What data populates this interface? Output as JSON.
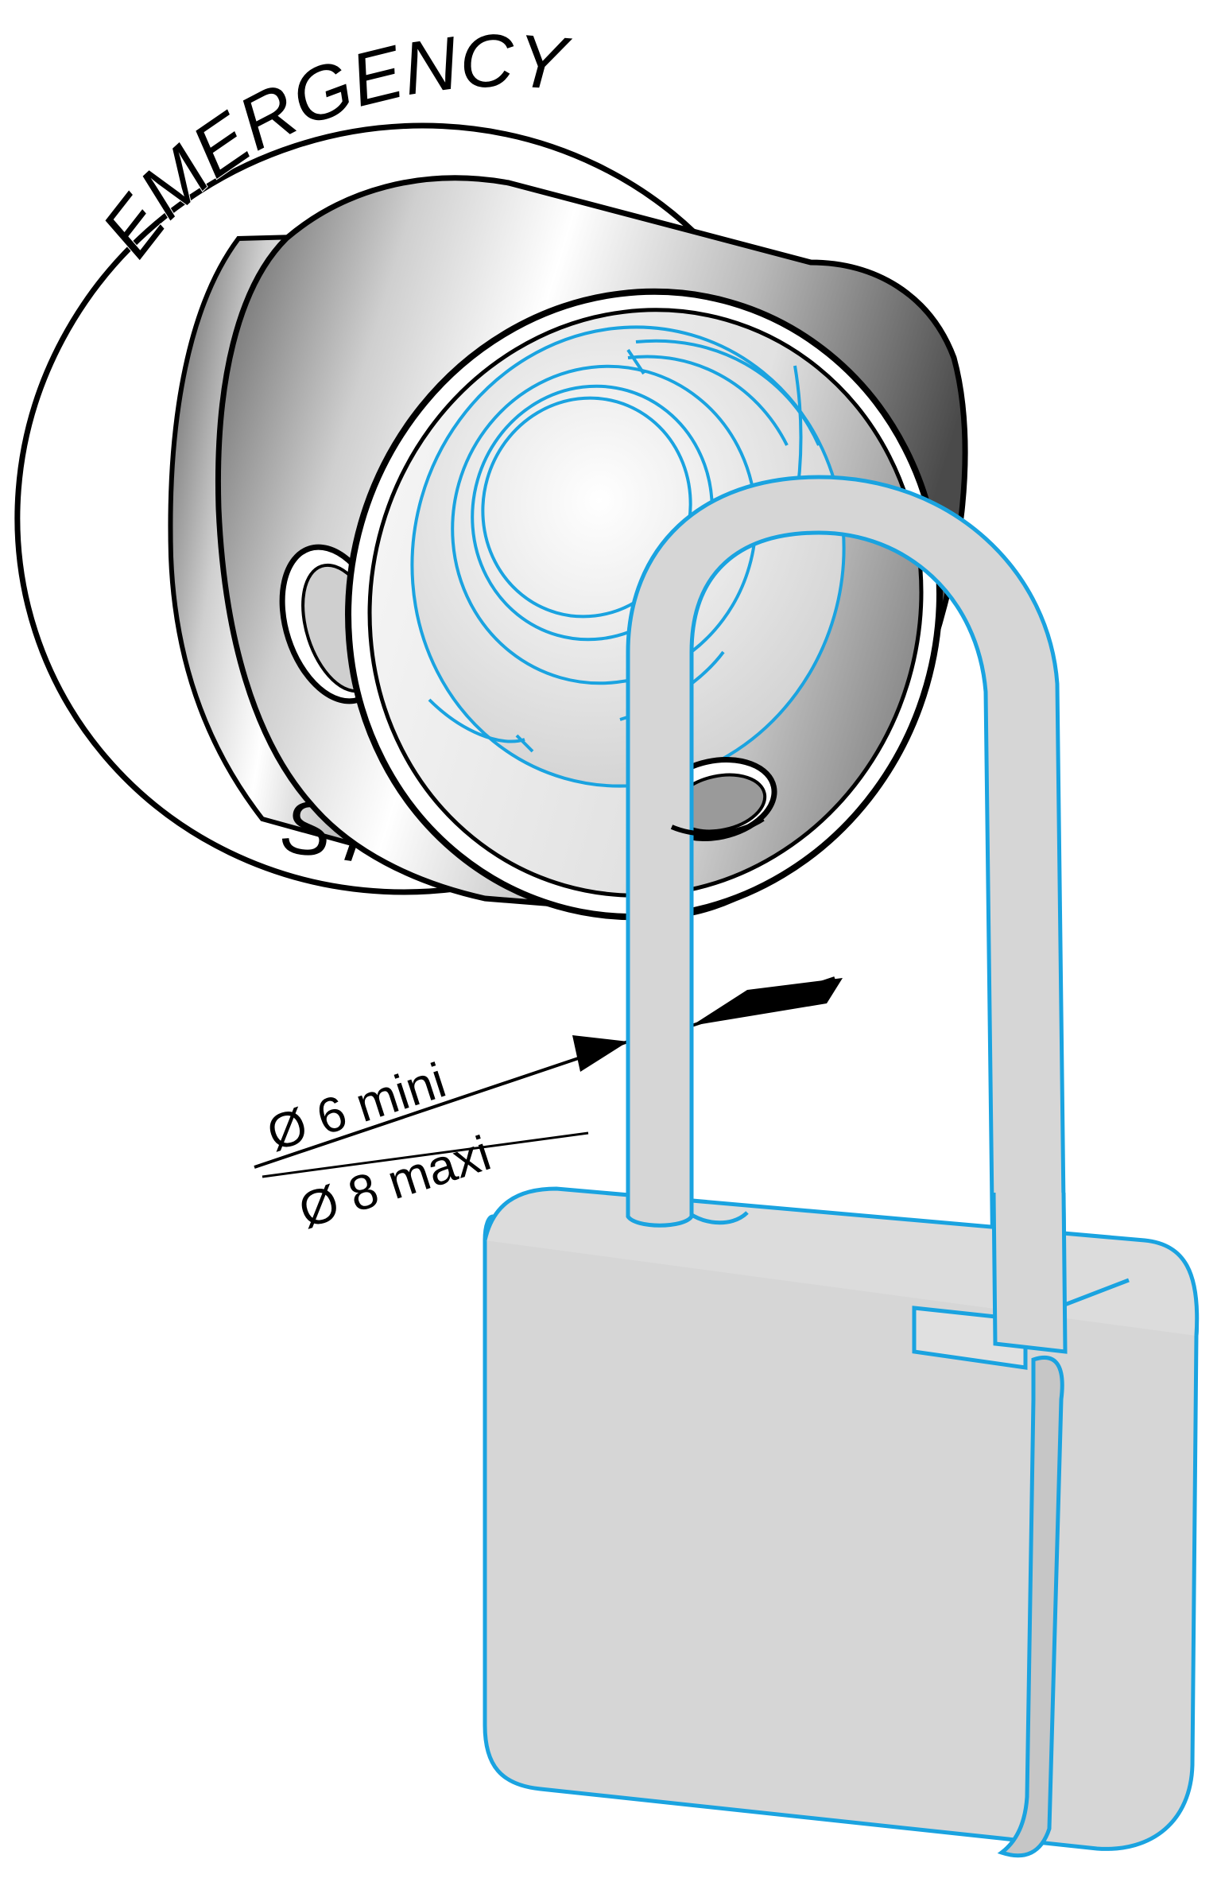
{
  "diagram": {
    "ring_text_top": "EMERGENCY",
    "ring_text_bottom": "ST",
    "dimension": {
      "min_label": "Ø 6 mini",
      "max_label": "Ø 8 maxi"
    }
  },
  "colors": {
    "ink": "#000000",
    "blue_line": "#1aa3e0",
    "padlock_fill": "#d6d6d6",
    "background": "#ffffff"
  }
}
